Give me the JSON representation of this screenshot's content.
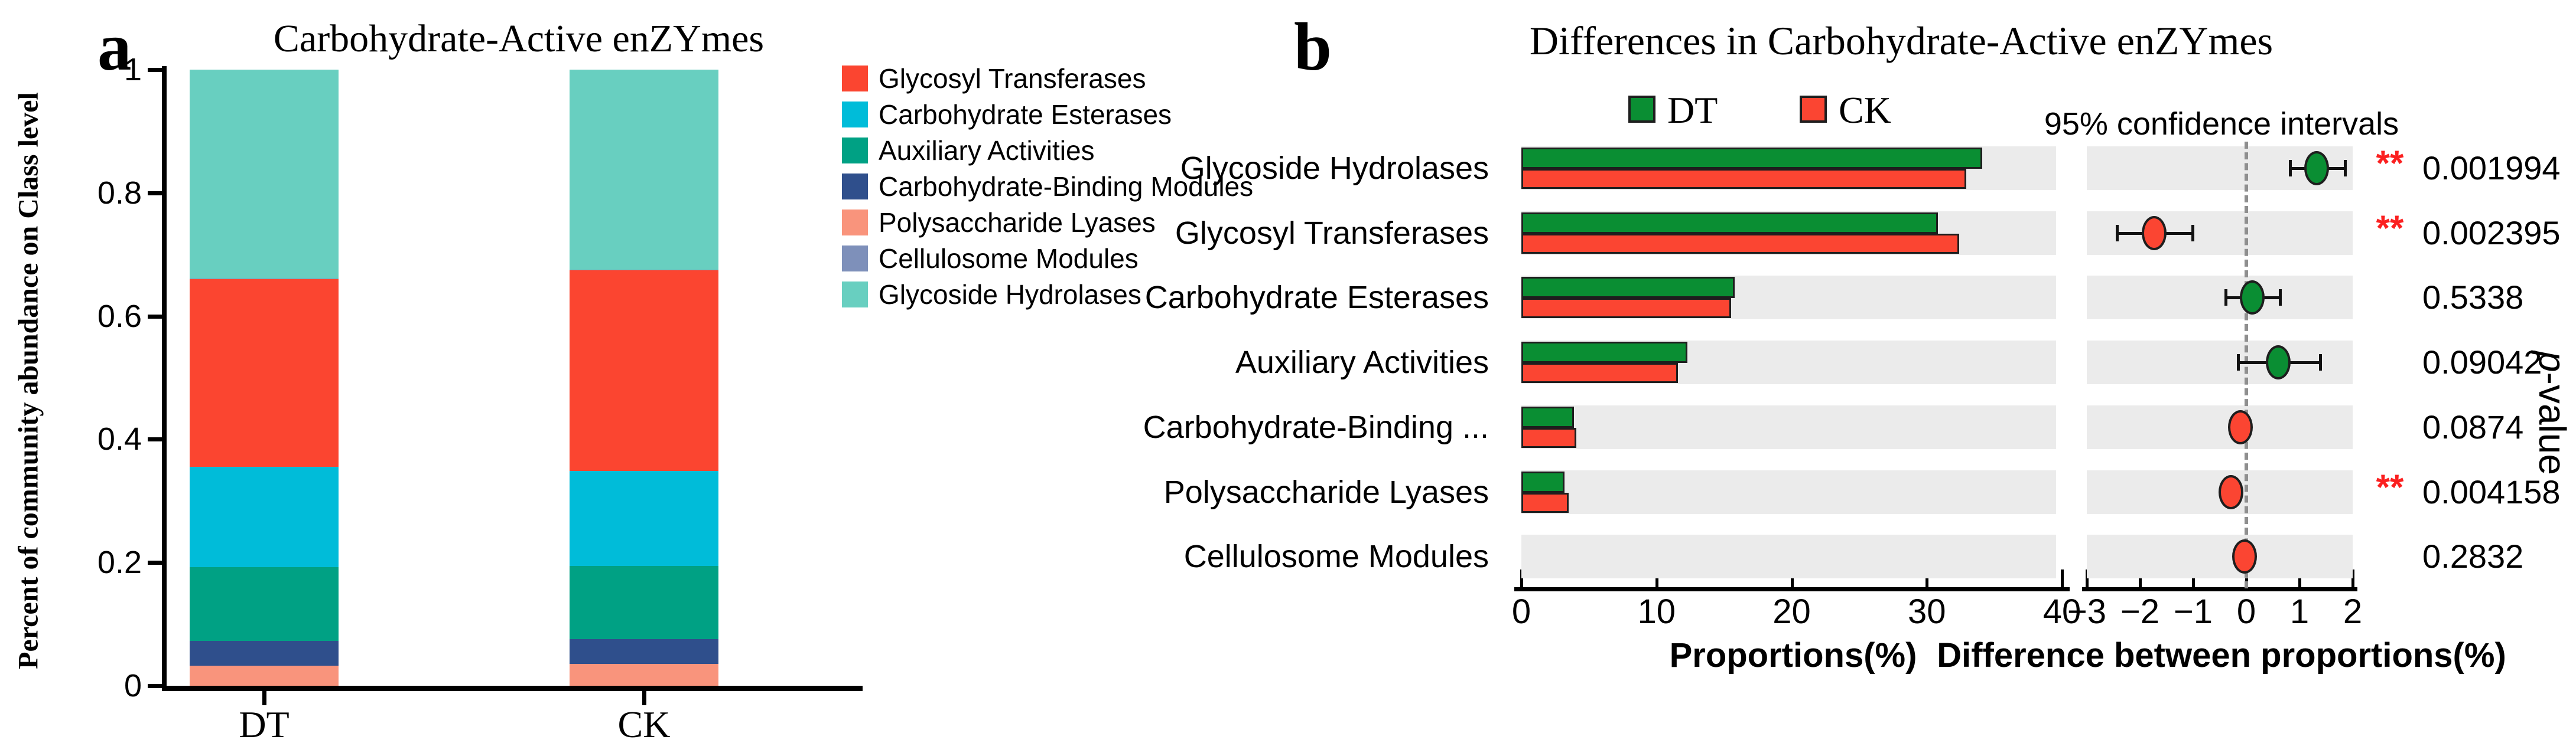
{
  "figure": {
    "background": "#FFFFFF",
    "band_color": "#EBEBEB",
    "axis_color": "#000000",
    "dashed_line_color": "#8F8F8F",
    "significance_color": "#FB2020"
  },
  "panels": {
    "a_letter": "a",
    "b_letter": "b"
  },
  "chart_data": [
    {
      "id": "panel_a",
      "type": "bar",
      "subtype": "stacked-vertical",
      "title": "Carbohydrate-Active enZYmes",
      "ylabel": "Percent of community abundance on Class level",
      "ylim": [
        0,
        1
      ],
      "y_ticks": [
        {
          "value": 0,
          "label": "0"
        },
        {
          "value": 0.2,
          "label": "0.2"
        },
        {
          "value": 0.4,
          "label": "0.4"
        },
        {
          "value": 0.6,
          "label": "0.6"
        },
        {
          "value": 0.8,
          "label": "0.8"
        },
        {
          "value": 1,
          "label": "1"
        }
      ],
      "categories": [
        "DT",
        "CK"
      ],
      "legend_order": [
        "Glycosyl Transferases",
        "Carbohydrate Esterases",
        "Auxiliary Activities",
        "Carbohydrate-Binding Modules",
        "Polysaccharide Lyases",
        "Cellulosome Modules",
        "Glycoside Hydrolases"
      ],
      "stack_order_bottom_to_top": [
        "Polysaccharide Lyases",
        "Carbohydrate-Binding Modules",
        "Auxiliary Activities",
        "Carbohydrate Esterases",
        "Glycosyl Transferases",
        "Cellulosome Modules",
        "Glycoside Hydrolases"
      ],
      "series": [
        {
          "name": "Glycosyl Transferases",
          "color": "#FB4530",
          "values": {
            "DT": 0.305,
            "CK": 0.325
          }
        },
        {
          "name": "Carbohydrate Esterases",
          "color": "#00BCD9",
          "values": {
            "DT": 0.162,
            "CK": 0.155
          }
        },
        {
          "name": "Auxiliary Activities",
          "color": "#00A184",
          "values": {
            "DT": 0.12,
            "CK": 0.118
          }
        },
        {
          "name": "Carbohydrate-Binding Modules",
          "color": "#2F4F8C",
          "values": {
            "DT": 0.04,
            "CK": 0.041
          }
        },
        {
          "name": "Polysaccharide Lyases",
          "color": "#F9947C",
          "values": {
            "DT": 0.033,
            "CK": 0.035
          }
        },
        {
          "name": "Cellulosome Modules",
          "color": "#7E90BA",
          "values": {
            "DT": 0.001,
            "CK": 0.001
          }
        },
        {
          "name": "Glycoside Hydrolases",
          "color": "#68CFC0",
          "values": {
            "DT": 0.339,
            "CK": 0.325
          }
        }
      ]
    },
    {
      "id": "panel_b",
      "type": "bar",
      "subtype": "extended-error-bar",
      "title": "Differences in Carbohydrate-Active enZYmes",
      "groups": [
        {
          "name": "DT",
          "color": "#0A8E33"
        },
        {
          "name": "CK",
          "color": "#FB4532"
        }
      ],
      "ci_header": "95% confidence intervals",
      "xlabel_left": "Proportions(%)",
      "xlabel_right": "Difference between proportions(%)",
      "pvalue_axis_label": "p-value",
      "prop_xlim": [
        0,
        40
      ],
      "prop_ticks": [
        {
          "value": 0,
          "label": "0"
        },
        {
          "value": 10,
          "label": "10"
        },
        {
          "value": 20,
          "label": "20"
        },
        {
          "value": 30,
          "label": "30"
        },
        {
          "value": 40,
          "label": "40"
        }
      ],
      "diff_xlim": [
        -3,
        2
      ],
      "diff_ticks": [
        {
          "value": -3,
          "label": "−3"
        },
        {
          "value": -2,
          "label": "−2"
        },
        {
          "value": -1,
          "label": "−1"
        },
        {
          "value": 0,
          "label": "0"
        },
        {
          "value": 1,
          "label": "1"
        },
        {
          "value": 2,
          "label": "2"
        }
      ],
      "rows": [
        {
          "category": "Glycoside Hydrolases",
          "dt": 34.1,
          "ck": 32.9,
          "diff": 1.32,
          "ci": [
            0.82,
            1.85
          ],
          "dot_group": "DT",
          "p": "0.001994",
          "sig": "**"
        },
        {
          "category": "Glycosyl Transferases",
          "dt": 30.8,
          "ck": 32.4,
          "diff": -1.73,
          "ci": [
            -2.43,
            -1.01
          ],
          "dot_group": "CK",
          "p": "0.002395",
          "sig": "**"
        },
        {
          "category": "Carbohydrate Esterases",
          "dt": 15.8,
          "ck": 15.5,
          "diff": 0.11,
          "ci": [
            -0.39,
            0.63
          ],
          "dot_group": "DT",
          "p": "0.5338",
          "sig": ""
        },
        {
          "category": "Auxiliary Activities",
          "dt": 12.3,
          "ck": 11.6,
          "diff": 0.6,
          "ci": [
            -0.16,
            1.39
          ],
          "dot_group": "DT",
          "p": "0.09042",
          "sig": ""
        },
        {
          "category": "Carbohydrate-Binding ...",
          "dt": 3.9,
          "ck": 4.05,
          "diff": -0.11,
          "ci": [
            -0.11,
            -0.11
          ],
          "dot_group": "CK",
          "p": "0.0874",
          "sig": ""
        },
        {
          "category": "Polysaccharide Lyases",
          "dt": 3.2,
          "ck": 3.5,
          "diff": -0.29,
          "ci": [
            -0.29,
            -0.29
          ],
          "dot_group": "CK",
          "p": "0.004158",
          "sig": "**"
        },
        {
          "category": "Cellulosome Modules",
          "dt": 0.03,
          "ck": 0.03,
          "diff": -0.03,
          "ci": [
            -0.03,
            -0.03
          ],
          "dot_group": "CK",
          "p": "0.2832",
          "sig": ""
        }
      ]
    }
  ]
}
